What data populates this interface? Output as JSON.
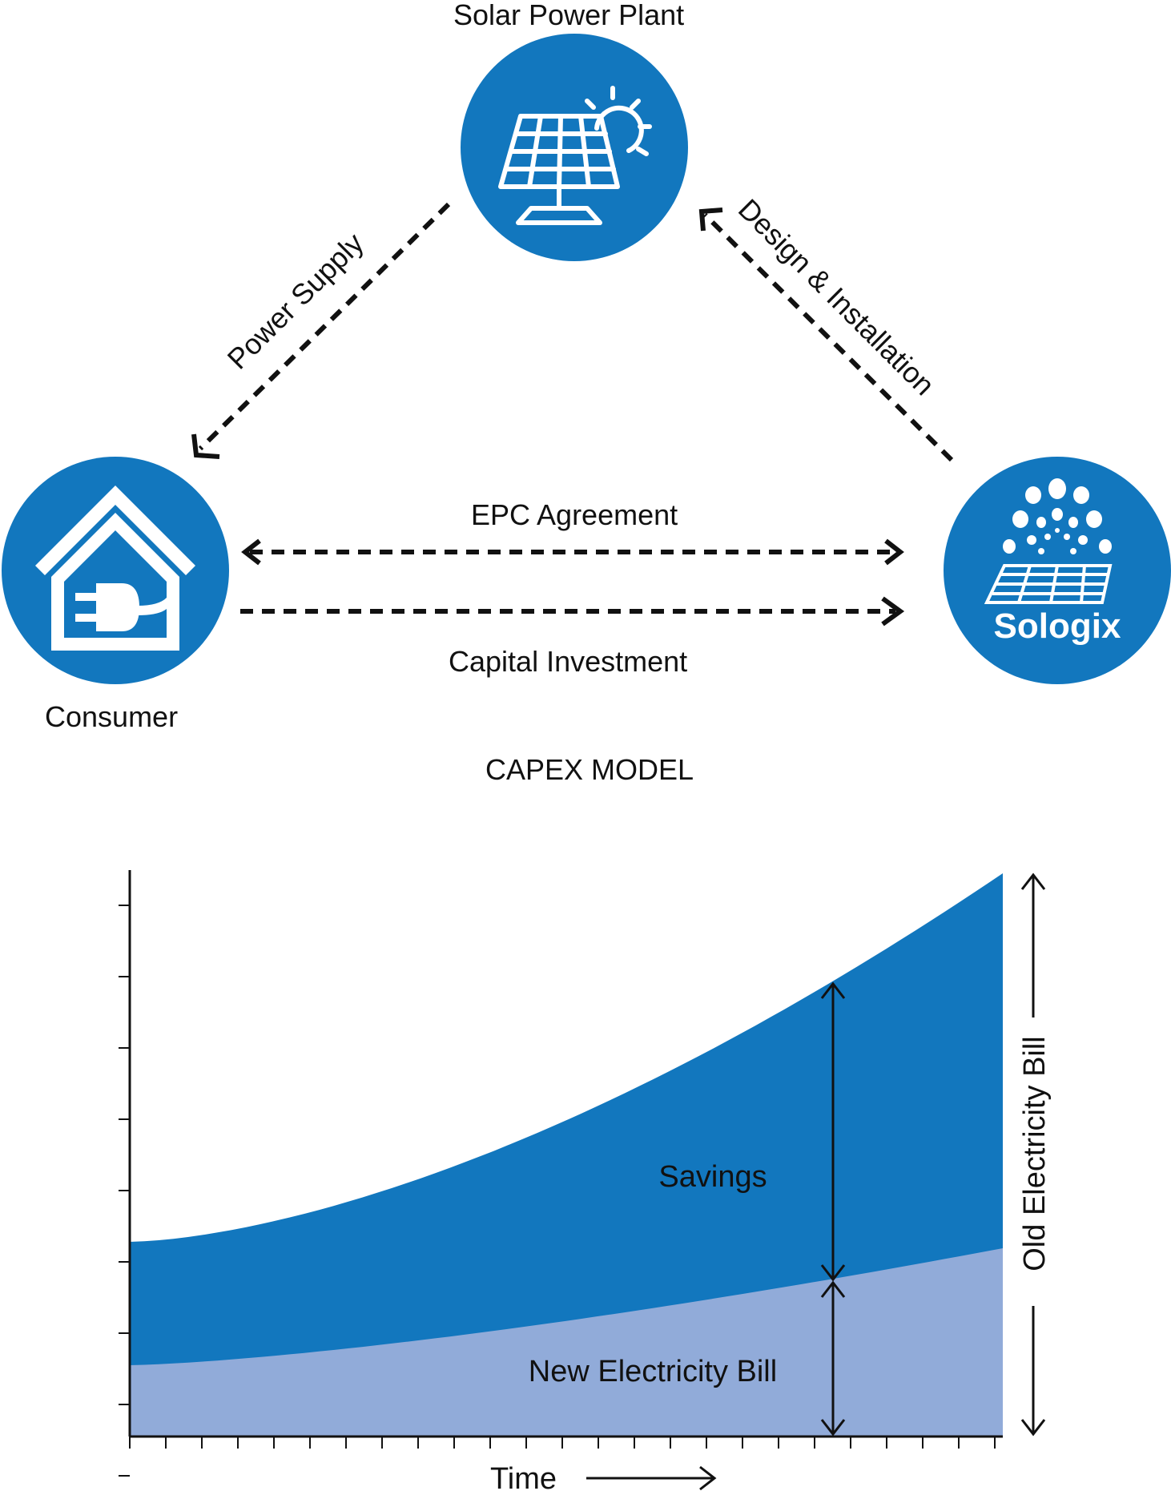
{
  "diagram": {
    "nodes": {
      "solar": {
        "label": "Solar Power Plant",
        "icon": "solar-panel-sun-icon"
      },
      "consumer": {
        "label": "Consumer",
        "icon": "house-plug-icon"
      },
      "provider": {
        "logo_text": "Sologix",
        "icon": "sologix-logo-icon"
      }
    },
    "edges": {
      "power_supply": "Power Supply",
      "design_installation": "Design & Installation",
      "epc_agreement": "EPC Agreement",
      "capital_investment": "Capital Investment"
    },
    "caption": "CAPEX MODEL",
    "colors": {
      "primary": "#1277BE",
      "light": "#91ABD9",
      "dark": "#111111"
    }
  },
  "chart_data": {
    "type": "area",
    "xlabel": "Time",
    "ylabel": "",
    "series": [
      {
        "name": "Old Electricity Bill",
        "values": [],
        "color": "#1277BE"
      },
      {
        "name": "New Electricity Bill",
        "values": [],
        "color": "#91ABD9"
      }
    ],
    "annotations": [
      "Savings",
      "New Electricity Bill",
      "Old Electricity Bill"
    ],
    "grid": false
  }
}
